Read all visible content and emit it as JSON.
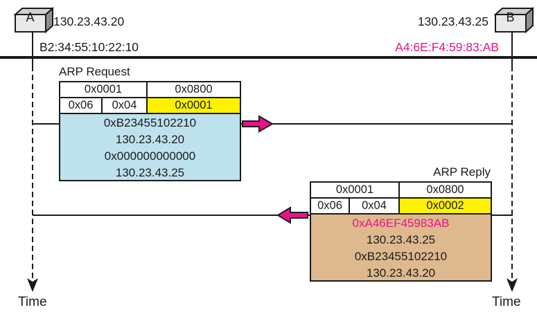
{
  "hosts": {
    "a": {
      "label": "A",
      "ip": "130.23.43.20",
      "mac": "B2:34:55:10:22:10"
    },
    "b": {
      "label": "B",
      "ip": "130.23.43.25",
      "mac": "A4:6E:F4:59:83:AB"
    }
  },
  "request": {
    "title": "ARP Request",
    "hardware_type": "0x0001",
    "protocol_type": "0x0800",
    "hardware_length": "0x06",
    "protocol_length": "0x04",
    "operation": "0x0001",
    "body": [
      "0xB23455102210",
      "130.23.43.20",
      "0x000000000000",
      "130.23.43.25"
    ]
  },
  "reply": {
    "title": "ARP Reply",
    "hardware_type": "0x0001",
    "protocol_type": "0x0800",
    "hardware_length": "0x06",
    "protocol_length": "0x04",
    "operation": "0x0002",
    "body": [
      "0xA46EF45983AB",
      "130.23.43.25",
      "0xB23455102210",
      "130.23.43.20"
    ]
  },
  "timeline": {
    "left_label": "Time",
    "right_label": "Time"
  },
  "icons": {
    "request_arrow": "arrow-right",
    "reply_arrow": "arrow-left",
    "timeline_arrow": "arrow-down",
    "host": "cube"
  },
  "colors": {
    "magenta": "#EC128A",
    "request_body": "#BEE1EE",
    "reply_body": "#DEB98E",
    "highlight": "#FFF200",
    "line": "#1A1A1A",
    "host_front": "#E9E9E9"
  }
}
